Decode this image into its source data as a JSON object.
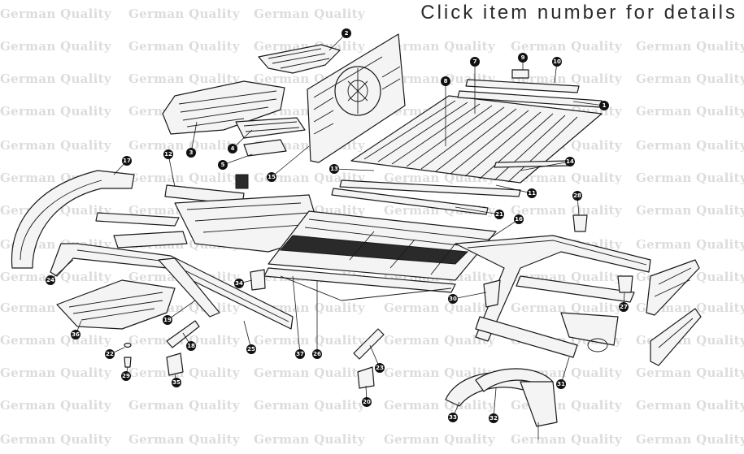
{
  "header": {
    "title": "Click item number for details"
  },
  "watermark": {
    "text": "German Quality"
  },
  "colors": {
    "ink": "#1a1a1a",
    "callout": "#111111",
    "watermark": "#dcdcdc",
    "paper": "#ffffff"
  },
  "callouts": [
    "2",
    "8",
    "7",
    "9",
    "10",
    "1",
    "3",
    "4",
    "5",
    "15",
    "17",
    "12",
    "13",
    "14",
    "11",
    "21",
    "28",
    "16",
    "24",
    "34",
    "36",
    "22",
    "18",
    "19",
    "25",
    "37",
    "26",
    "30",
    "27",
    "23",
    "35",
    "29",
    "20",
    "31",
    "33",
    "32"
  ]
}
